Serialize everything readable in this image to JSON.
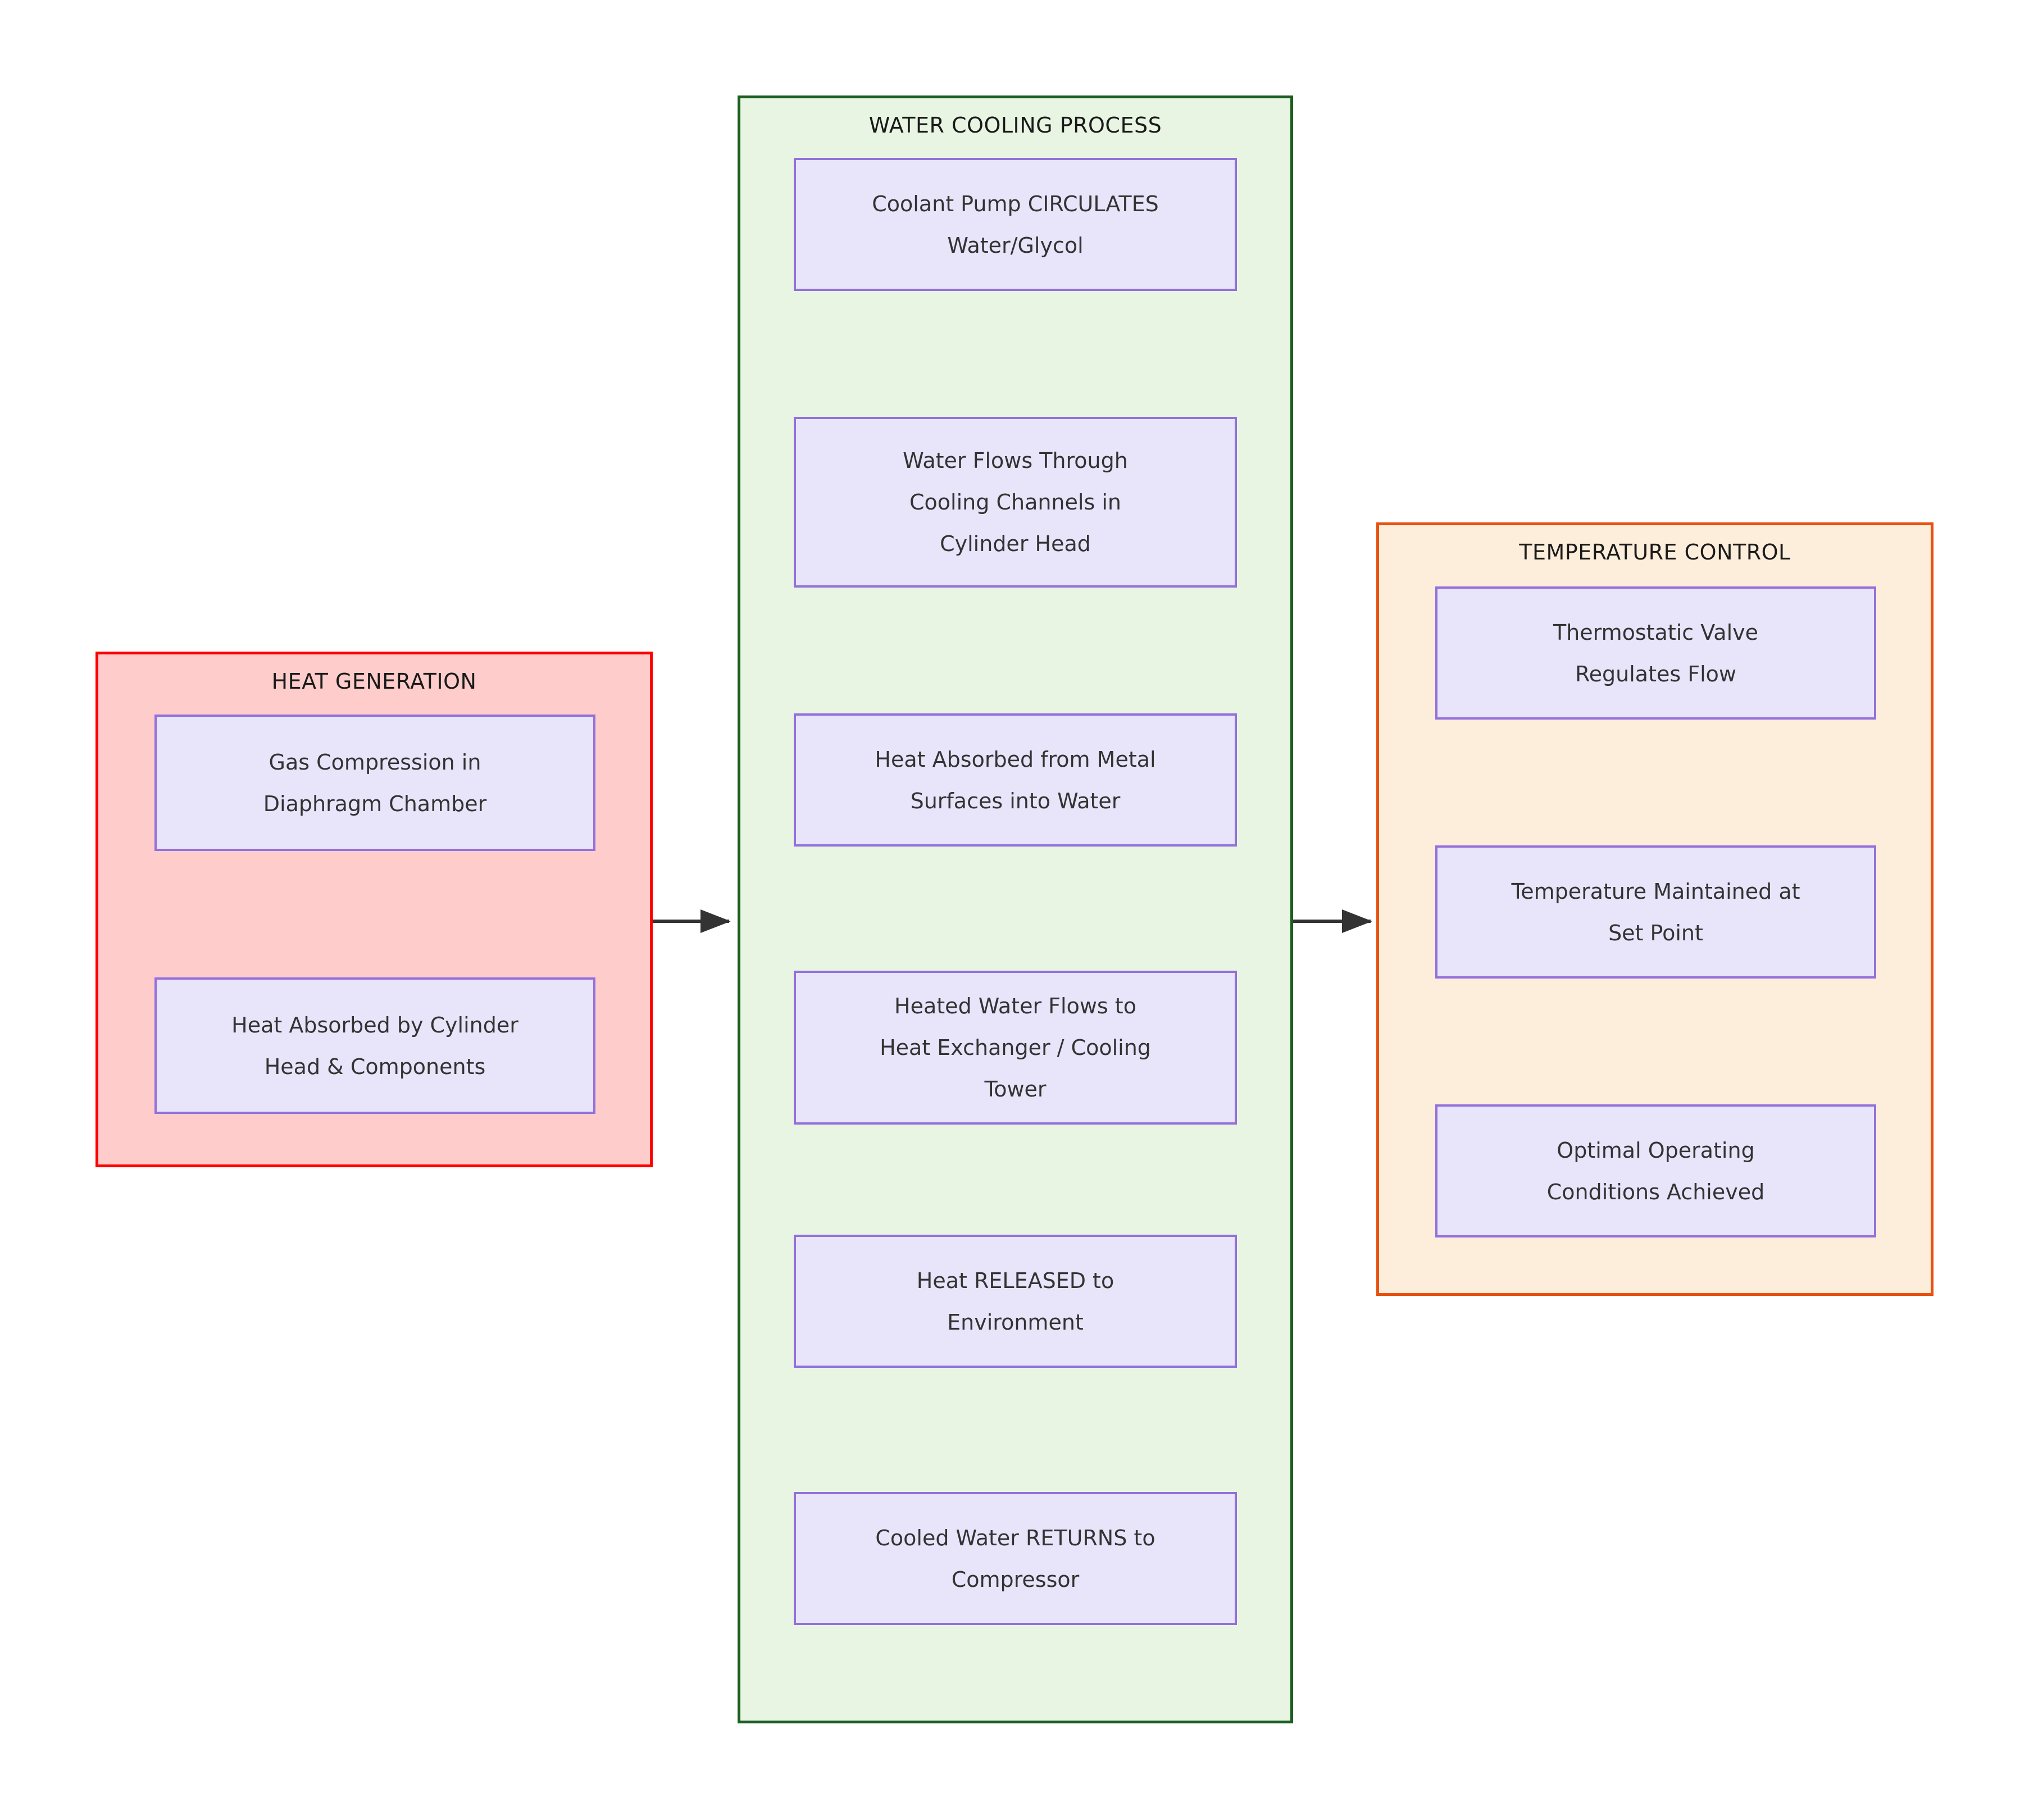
{
  "diagram": {
    "type": "flowchart",
    "orientation": "left-to-right with vertical node chains",
    "clusters": [
      {
        "id": "heat-generation",
        "title": "HEAT GENERATION",
        "fill": "#ffcccc",
        "stroke": "#ff0000",
        "nodes": [
          {
            "id": "gas-compression",
            "label": "Gas Compression in\nDiaphragm Chamber"
          },
          {
            "id": "heat-absorbed-cylinder",
            "label": "Heat Absorbed by Cylinder\nHead & Components"
          }
        ]
      },
      {
        "id": "water-cooling-process",
        "title": "WATER COOLING PROCESS",
        "fill": "#e8f5e3",
        "stroke": "#1b5e20",
        "nodes": [
          {
            "id": "coolant-pump",
            "label": "Coolant Pump CIRCULATES\nWater/Glycol"
          },
          {
            "id": "water-flows-channels",
            "label": "Water Flows Through\nCooling Channels in\nCylinder Head"
          },
          {
            "id": "heat-absorbed-metal",
            "label": "Heat Absorbed from Metal\nSurfaces into Water"
          },
          {
            "id": "heated-water-exchanger",
            "label": "Heated Water Flows to\nHeat Exchanger / Cooling\nTower"
          },
          {
            "id": "heat-released",
            "label": "Heat RELEASED to\nEnvironment"
          },
          {
            "id": "cooled-water-returns",
            "label": "Cooled Water RETURNS to\nCompressor"
          }
        ]
      },
      {
        "id": "temperature-control",
        "title": "TEMPERATURE CONTROL",
        "fill": "#fdeedb",
        "stroke": "#e8510f",
        "nodes": [
          {
            "id": "thermostatic-valve",
            "label": "Thermostatic Valve\nRegulates Flow"
          },
          {
            "id": "temperature-maintained",
            "label": "Temperature Maintained at\nSet Point"
          },
          {
            "id": "optimal-conditions",
            "label": "Optimal Operating\nConditions Achieved"
          }
        ]
      }
    ],
    "edges": [
      {
        "from": "gas-compression",
        "to": "heat-absorbed-cylinder",
        "label": ""
      },
      {
        "from": "coolant-pump",
        "to": "water-flows-channels",
        "label": ""
      },
      {
        "from": "water-flows-channels",
        "to": "heat-absorbed-metal",
        "label": ""
      },
      {
        "from": "heat-absorbed-metal",
        "to": "heated-water-exchanger",
        "label": ""
      },
      {
        "from": "heated-water-exchanger",
        "to": "heat-released",
        "label": ""
      },
      {
        "from": "heat-released",
        "to": "cooled-water-returns",
        "label": ""
      },
      {
        "from": "heat-generation",
        "to": "water-cooling-process",
        "label": ""
      },
      {
        "from": "water-cooling-process",
        "to": "temperature-control",
        "label": ""
      },
      {
        "from": "thermostatic-valve",
        "to": "temperature-maintained",
        "label": ""
      },
      {
        "from": "temperature-maintained",
        "to": "optimal-conditions",
        "label": ""
      }
    ],
    "colors": {
      "node_fill": "#e8e5fb",
      "node_stroke": "#9370db",
      "node_text": "#333333",
      "edge_stroke": "#333333",
      "title_text": "#1a1a1a",
      "background": "#ffffff"
    }
  }
}
